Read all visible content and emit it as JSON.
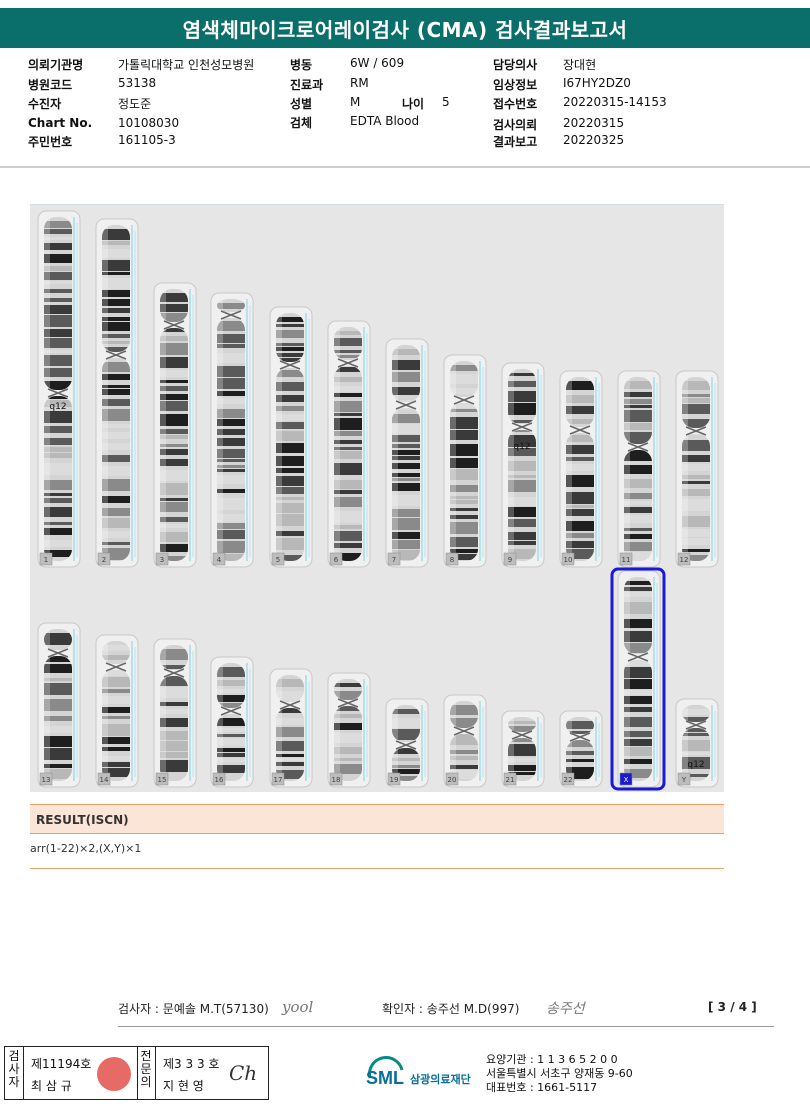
{
  "report_title": "염색체마이크로어레이검사 (CMA) 검사결과보고서",
  "patient_info": {
    "col1": [
      {
        "label": "의뢰기관명",
        "value": "가톨릭대학교 인천성모병원"
      },
      {
        "label": "병원코드",
        "value": "53138"
      },
      {
        "label": "수진자",
        "value": "정도준"
      },
      {
        "label": "Chart No.",
        "value": "10108030"
      },
      {
        "label": "주민번호",
        "value": "161105-3"
      }
    ],
    "col2": [
      {
        "label": "병동",
        "value": "6W / 609"
      },
      {
        "label": "진료과",
        "value": "RM"
      },
      {
        "label": "성별",
        "value": "M"
      },
      {
        "label": "검체",
        "value": "EDTA Blood"
      }
    ],
    "age": {
      "label": "나이",
      "value": "5"
    },
    "col3": [
      {
        "label": "담당의사",
        "value": "장대현"
      },
      {
        "label": "임상정보",
        "value": "I67HY2DZ0"
      },
      {
        "label": "접수번호",
        "value": "20220315-14153"
      },
      {
        "label": "검사의뢰",
        "value": "20220315"
      },
      {
        "label": "결과보고",
        "value": "20220325"
      }
    ]
  },
  "ideogram": {
    "row1": [
      "1",
      "2",
      "3",
      "4",
      "5",
      "6",
      "7",
      "8",
      "9",
      "10",
      "11",
      "12"
    ],
    "row2": [
      "13",
      "14",
      "15",
      "16",
      "17",
      "18",
      "19",
      "20",
      "21",
      "22",
      "X",
      "Y"
    ],
    "band_labels": [
      "q12",
      "q12",
      "q12"
    ],
    "highlighted": "X",
    "highlight_color": "#1a1ad6"
  },
  "result": {
    "header": "RESULT(ISCN)",
    "value": "arr(1-22)×2,(X,Y)×1"
  },
  "signatures": {
    "examiner": "검사자 : 문예솔 M.T(57130)",
    "examiner_sign": "yool",
    "confirmer": "확인자 : 송주선 M.D(997)",
    "confirmer_sign": "송주선",
    "page": "[ 3 / 4 ]"
  },
  "footer": {
    "exam_label": "검사자",
    "exam_no": "제11194호",
    "exam_name": "최 삼 규",
    "spec_label": "전문의",
    "spec_no": "제3 3 3 호",
    "spec_name": "지 현 영",
    "org_name": "삼광의료재단",
    "logo_text": "SML",
    "org_lines": [
      "요양기관 : 1 1 3 6 5 2 0 0",
      "서울특별시 서초구 양재동 9-60",
      "대표번호 : 1661-5117"
    ]
  },
  "colors": {
    "title_bg": "#0a6e6a",
    "result_bg": "#fbe5d6",
    "result_border": "#e8a06a"
  }
}
